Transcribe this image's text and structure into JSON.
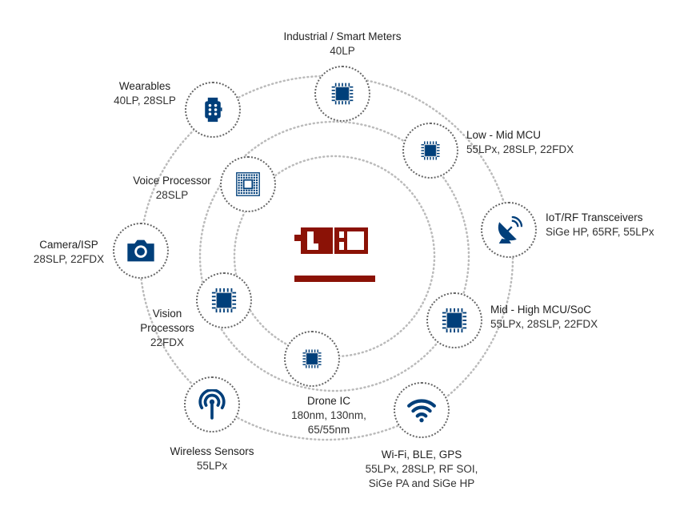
{
  "colors": {
    "icon": "#003f7a",
    "logo": "#8b1206",
    "ring": "#bbbbbb"
  },
  "nodes": [
    {
      "title": "Industrial / Smart Meters",
      "sub": "40LP",
      "icon": "chip-icon"
    },
    {
      "title": "Low - Mid MCU",
      "sub": "55LPx, 28SLP, 22FDX",
      "icon": "chip-icon"
    },
    {
      "title": "IoT/RF Transceivers",
      "sub": "SiGe HP, 65RF, 55LPx",
      "icon": "satellite-dish-icon"
    },
    {
      "title": "Mid - High MCU/SoC",
      "sub": "55LPx, 28SLP, 22FDX",
      "icon": "chip-icon"
    },
    {
      "title": "Wi-Fi, BLE, GPS",
      "sub": [
        "55LPx, 28SLP, RF SOI,",
        "SiGe PA and SiGe HP"
      ],
      "icon": "wifi-icon"
    },
    {
      "title": "Drone IC",
      "sub": [
        "180nm, 130nm,",
        "65/55nm"
      ],
      "icon": "chip-icon"
    },
    {
      "title": "Wireless Sensors",
      "sub": "55LPx",
      "icon": "antenna-icon"
    },
    {
      "title": [
        "Vision",
        "Processors"
      ],
      "sub": "22FDX",
      "icon": "chip-icon"
    },
    {
      "title": "Camera/ISP",
      "sub": "28SLP, 22FDX",
      "icon": "camera-icon"
    },
    {
      "title": "Voice Processor",
      "sub": "28SLP",
      "icon": "processor-grid-icon"
    },
    {
      "title": "Wearables",
      "sub": "40LP, 28SLP",
      "icon": "smartwatch-icon"
    }
  ]
}
